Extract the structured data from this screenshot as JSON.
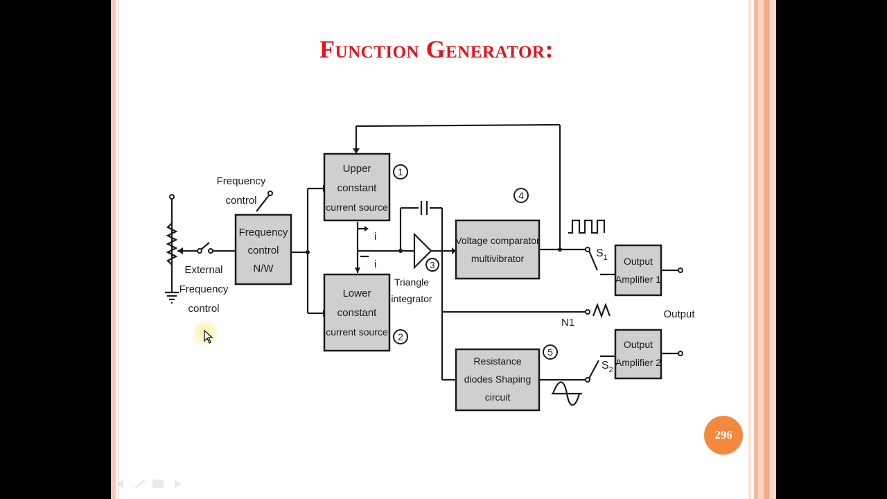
{
  "slide": {
    "title": "Function Generator:",
    "page_number": "296"
  },
  "diagram": {
    "blocks": {
      "upper_source": [
        "Upper",
        "constant",
        "current source"
      ],
      "lower_source": [
        "Lower",
        "constant",
        "current source"
      ],
      "freq_control_nw": [
        "Frequency",
        "control",
        "N/W"
      ],
      "voltage_comparator": [
        "Voltage comparator",
        "multivibrator"
      ],
      "resistance_diodes": [
        "Resistance",
        "diodes Shaping",
        "circuit"
      ],
      "output_amp_1": [
        "Output",
        "Amplifier 1"
      ],
      "output_amp_2": [
        "Output",
        "Amplifier 2"
      ]
    },
    "labels": {
      "frequency_control": [
        "Frequency",
        "control"
      ],
      "external_frequency_control": [
        "External",
        "Frequency",
        "control"
      ],
      "triangle_integrator": [
        "Triangle",
        "integrator"
      ],
      "current_i_up": "i",
      "current_i_down": "i",
      "s1": "S",
      "s1_sub": "1",
      "s2": "S",
      "s2_sub": "2",
      "n1": "N1",
      "output": "Output"
    },
    "markers": [
      "1",
      "2",
      "3",
      "4",
      "5"
    ]
  },
  "icons": [
    "cursor-arrow-icon",
    "square-wave-icon",
    "triangle-wave-icon",
    "sine-wave-icon",
    "ground-icon",
    "switch-icon"
  ],
  "colors": {
    "title": "#e0141b",
    "badge": "#f5883f",
    "block_fill": "#cfcfcf"
  }
}
